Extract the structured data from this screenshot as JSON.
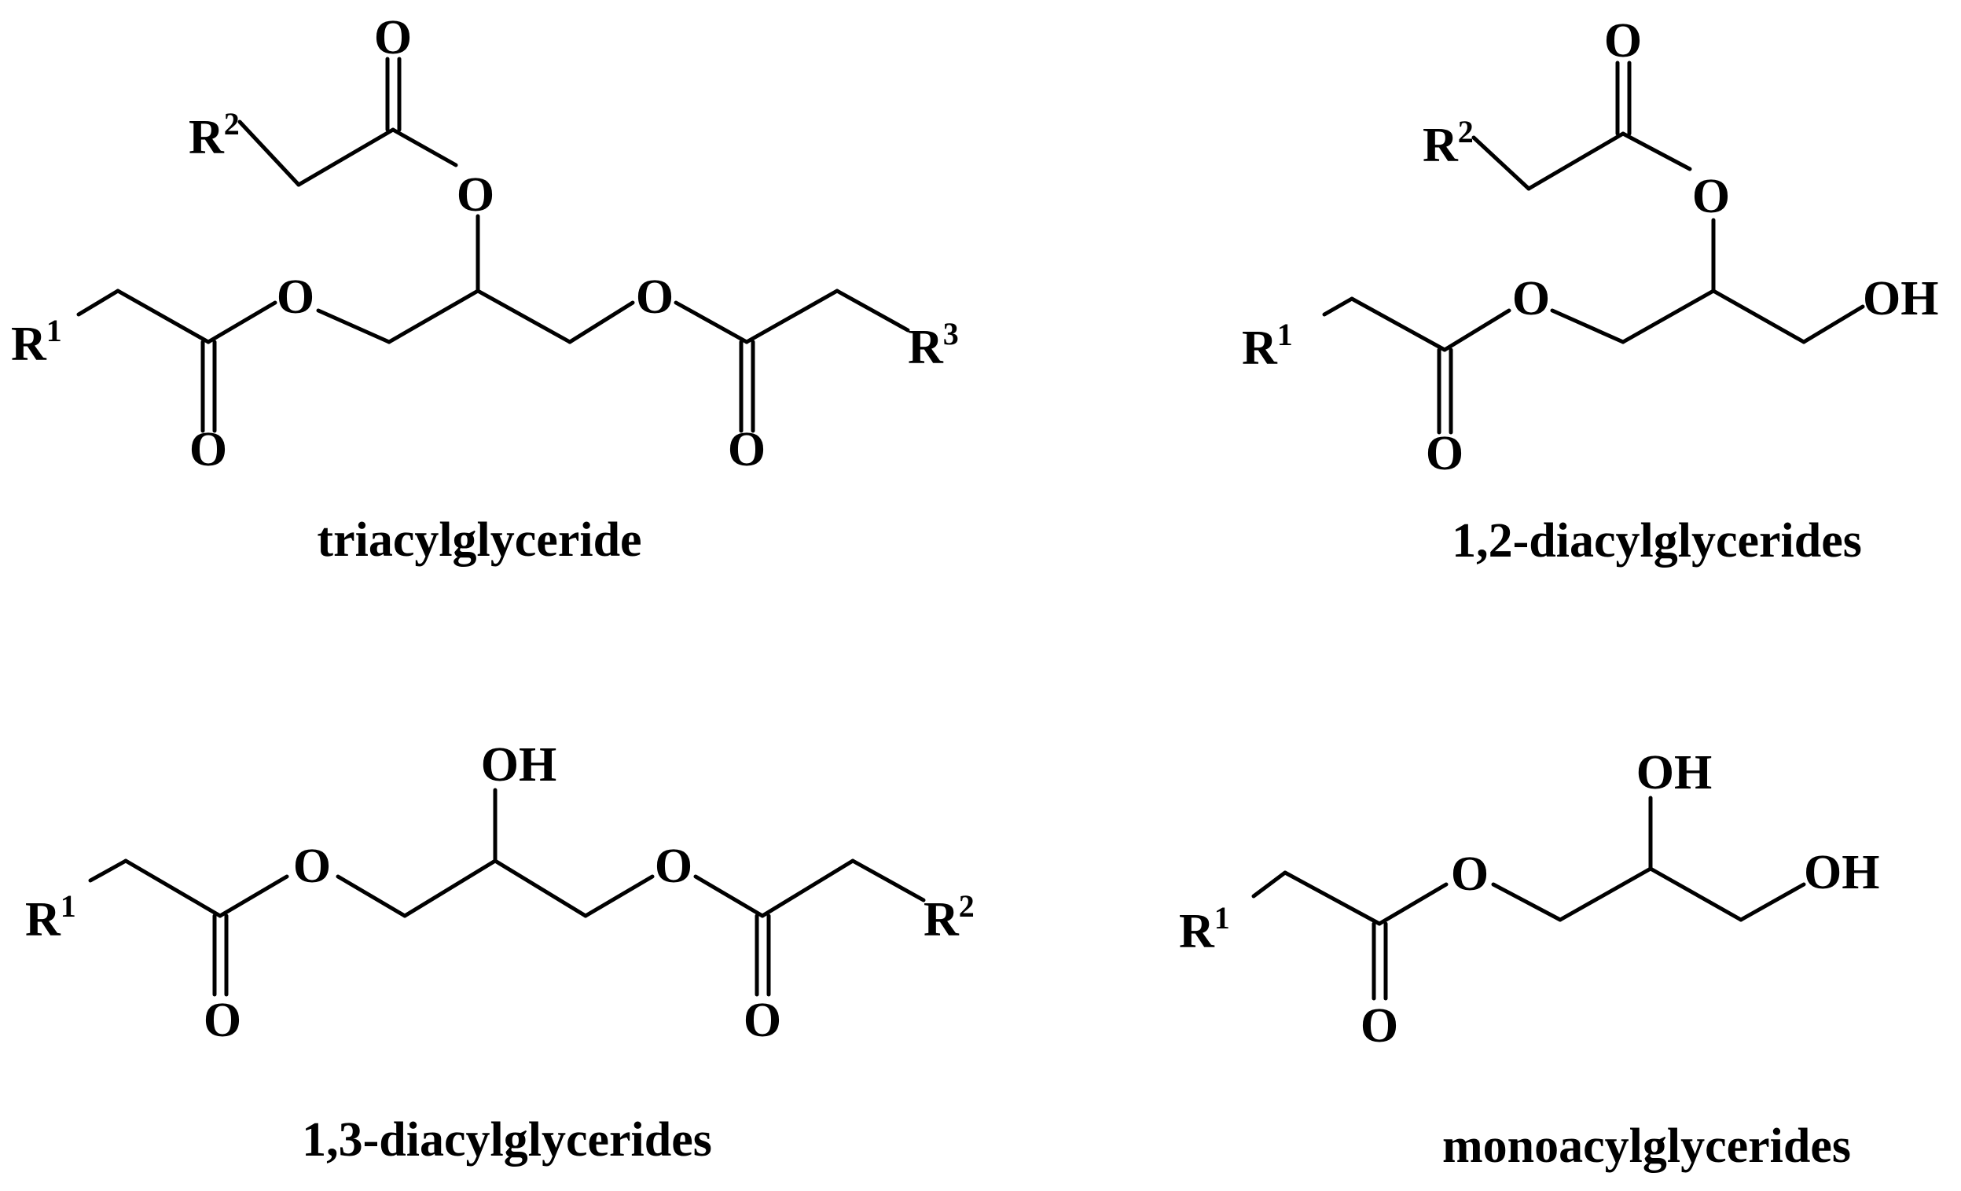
{
  "molecules": {
    "tag": {
      "name": "triacylglyceride",
      "r1": "R",
      "r1_sup": "1",
      "r2": "R",
      "r2_sup": "2",
      "r3": "R",
      "r3_sup": "3",
      "o_ester1": "O",
      "o_carbonyl1": "O",
      "o_ester2": "O",
      "o_carbonyl2": "O",
      "o_ester3": "O",
      "o_carbonyl3": "O"
    },
    "dag12": {
      "name": "1,2-diacylglycerides",
      "r1": "R",
      "r1_sup": "1",
      "r2": "R",
      "r2_sup": "2",
      "o_ester1": "O",
      "o_carbonyl1": "O",
      "o_ester2": "O",
      "o_carbonyl2": "O",
      "oh": "OH"
    },
    "dag13": {
      "name": "1,3-diacylglycerides",
      "r1": "R",
      "r1_sup": "1",
      "r2": "R",
      "r2_sup": "2",
      "o_ester1": "O",
      "o_carbonyl1": "O",
      "o_ester2": "O",
      "o_carbonyl2": "O",
      "oh": "OH"
    },
    "mag": {
      "name": "monoacylglycerides",
      "r1": "R",
      "r1_sup": "1",
      "o_ester1": "O",
      "o_carbonyl1": "O",
      "oh1": "OH",
      "oh2": "OH"
    }
  }
}
